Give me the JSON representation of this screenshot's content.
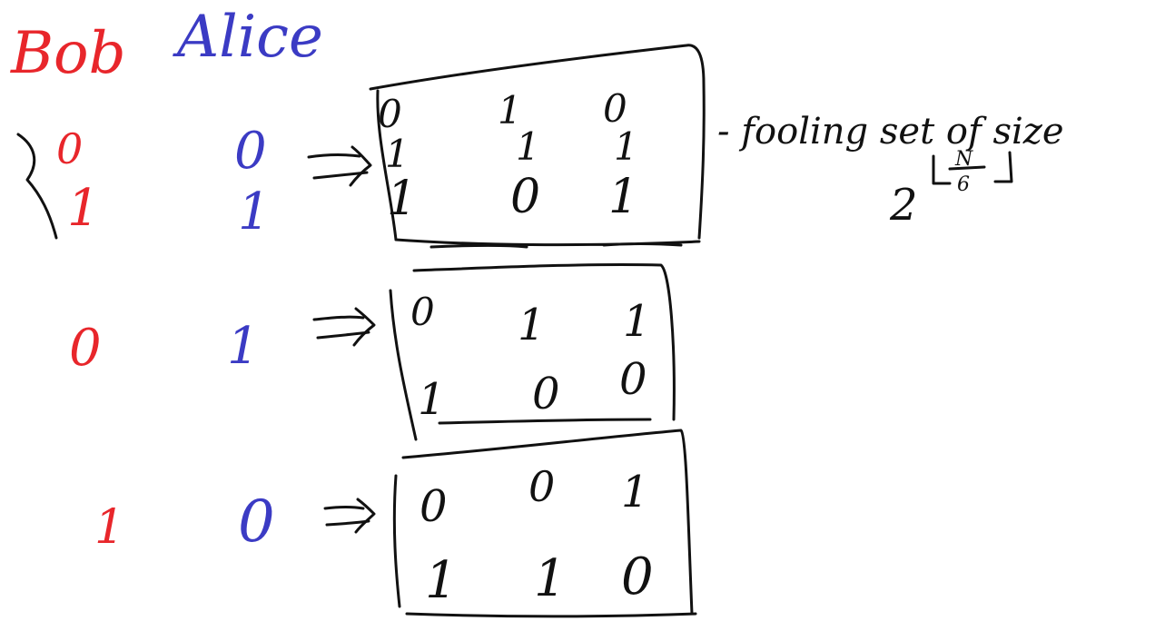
{
  "colors": {
    "bob": "#e8262b",
    "alice": "#3b3bc4",
    "ink": "#111111",
    "background": "#ffffff"
  },
  "header": {
    "bob": "Bob",
    "alice": "Alice"
  },
  "rows": [
    {
      "bob": [
        "0",
        "1"
      ],
      "alice": [
        "0",
        "1"
      ],
      "arrow": "=>",
      "matrix": [
        [
          "0",
          "1",
          "0"
        ],
        [
          "1",
          "1",
          "1"
        ],
        [
          "1",
          "0",
          "1"
        ]
      ]
    },
    {
      "bob": [
        "0"
      ],
      "alice": [
        "1"
      ],
      "arrow": "=>",
      "matrix": [
        [
          "0",
          "1",
          "1"
        ],
        [
          "1",
          "0",
          "0"
        ]
      ]
    },
    {
      "bob": [
        "1"
      ],
      "alice": [
        "0"
      ],
      "arrow": "=>",
      "matrix": [
        [
          "0",
          "0",
          "1"
        ],
        [
          "1",
          "1",
          "0"
        ]
      ]
    }
  ],
  "note": {
    "text": "- fooling set of size",
    "base": "2",
    "exponent_numerator": "N",
    "exponent_denominator": "6"
  },
  "icons": {
    "brace": "left-brace-icon"
  }
}
